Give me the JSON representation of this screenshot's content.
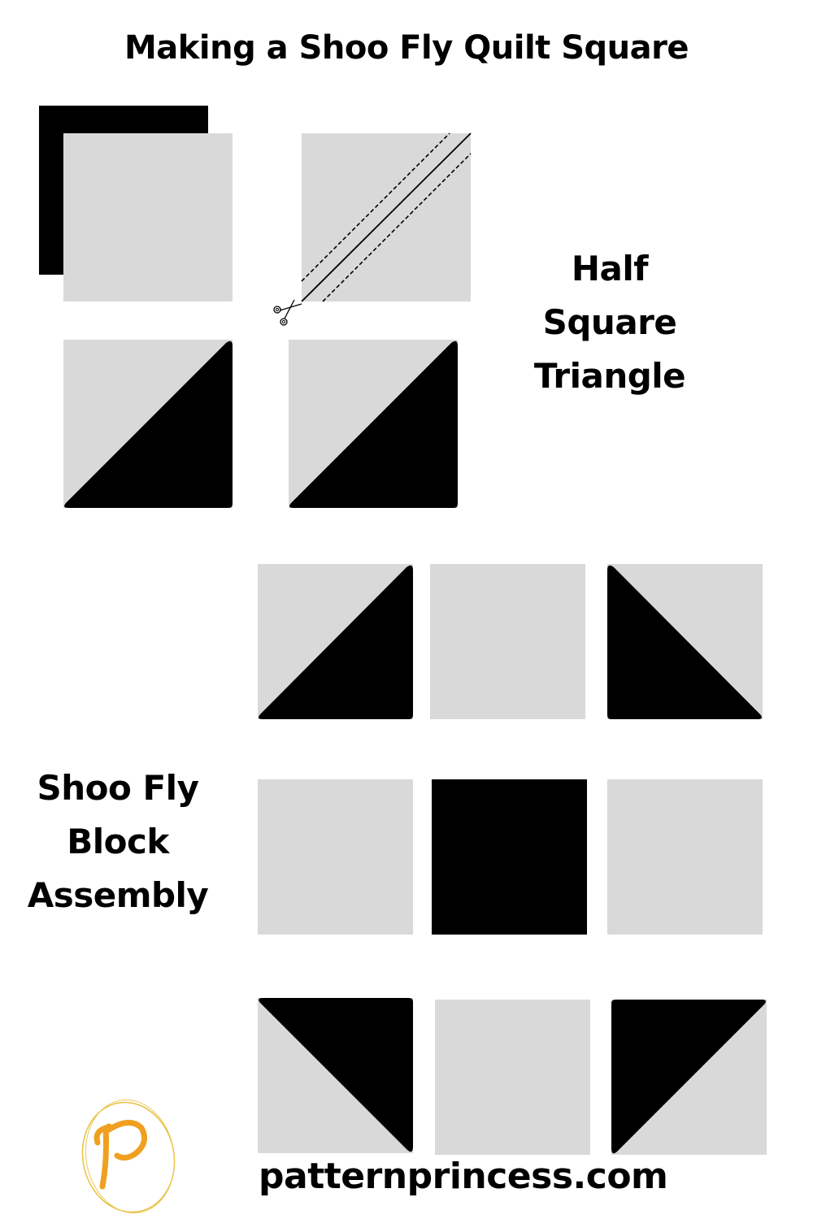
{
  "title": "Making a Shoo Fly Quilt Square",
  "hst_section": {
    "label_lines": [
      "Half",
      "Square",
      "Triangle"
    ],
    "steps": [
      {
        "name": "stacked-fabric-squares",
        "top_color": "#d9d9d9",
        "bottom_color": "#000000"
      },
      {
        "name": "marked-square",
        "lines": [
          "dashed sewing line",
          "solid cut line",
          "dashed sewing line"
        ],
        "icon": "scissors-icon"
      },
      {
        "name": "hst-result-1",
        "dark_half": "bottom-right"
      },
      {
        "name": "hst-result-2",
        "dark_half": "bottom-right"
      }
    ]
  },
  "assembly_section": {
    "label_lines": [
      "Shoo Fly",
      "Block",
      "Assembly"
    ],
    "grid": [
      [
        "hst-dark-bottom-right",
        "light",
        "hst-dark-bottom-left"
      ],
      [
        "light",
        "dark",
        "light"
      ],
      [
        "hst-dark-top-right",
        "light",
        "hst-dark-top-left"
      ]
    ]
  },
  "colors": {
    "light": "#d9d9d9",
    "dark": "#000000",
    "logo": "#f0a020",
    "logo_ring": "#e8c040"
  },
  "logo": {
    "letter": "P"
  },
  "footer": {
    "url": "patternprincess.com"
  }
}
